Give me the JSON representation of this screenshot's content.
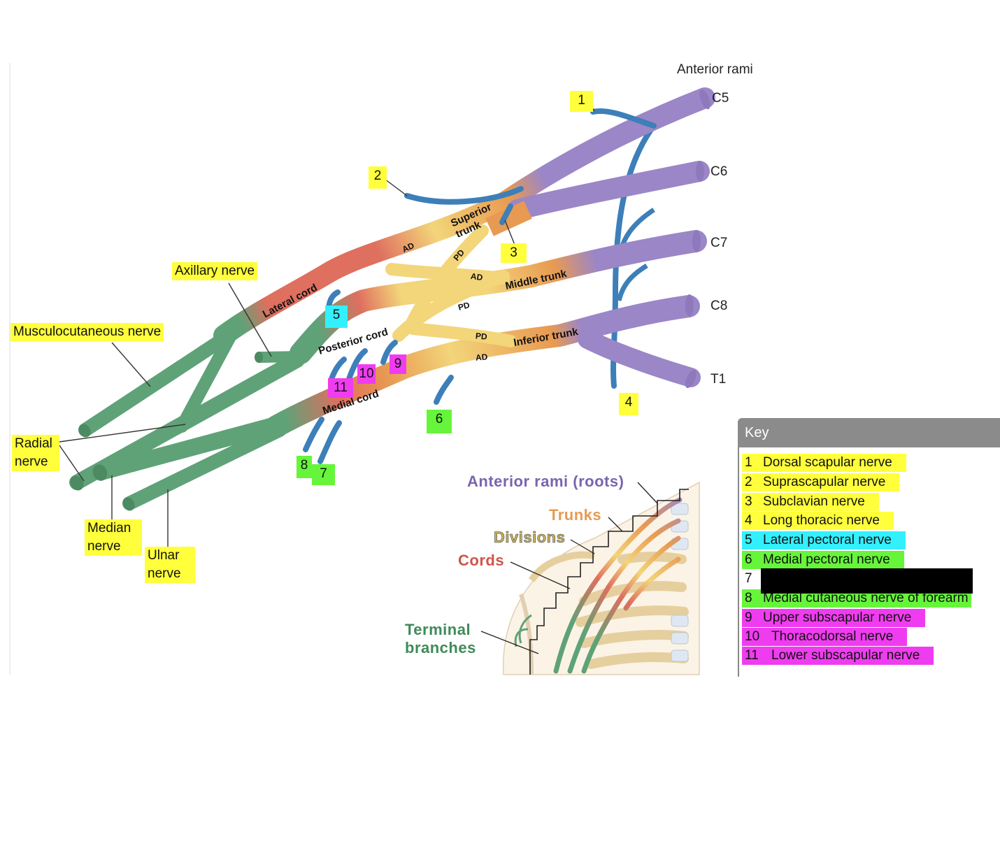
{
  "header": {
    "anterior_rami": "Anterior rami"
  },
  "roots": [
    "C5",
    "C6",
    "C7",
    "C8",
    "T1"
  ],
  "trunks": {
    "superior": "Superior trunk",
    "middle": "Middle trunk",
    "inferior": "Inferior trunk"
  },
  "divisions": {
    "ad": "AD",
    "pd": "PD"
  },
  "cords": {
    "lateral": "Lateral cord",
    "posterior": "Posterior cord",
    "medial": "Medial cord"
  },
  "terminal_labels": {
    "axillary": "Axillary nerve",
    "musculocutaneous": "Musculocutaneous nerve",
    "radial": "Radial nerve",
    "median": "Median nerve",
    "ulnar": "Ulnar nerve"
  },
  "numbers": [
    "1",
    "2",
    "3",
    "4",
    "5",
    "6",
    "7",
    "8",
    "9",
    "10",
    "11"
  ],
  "inset": {
    "rami": "Anterior rami (roots)",
    "trunks": "Trunks",
    "divisions": "Divisions",
    "cords": "Cords",
    "terminal": "Terminal branches"
  },
  "key": {
    "title": "Key",
    "items": [
      {
        "n": "1",
        "label": "Dorsal scapular nerve",
        "color": "#ffff3b"
      },
      {
        "n": "2",
        "label": "Suprascapular nerve",
        "color": "#ffff3b"
      },
      {
        "n": "3",
        "label": "Subclavian nerve",
        "color": "#ffff3b"
      },
      {
        "n": "4",
        "label": "Long thoracic nerve",
        "color": "#ffff3b"
      },
      {
        "n": "5",
        "label": "Lateral pectoral nerve",
        "color": "#33f0ff"
      },
      {
        "n": "6",
        "label": "Medial pectoral nerve",
        "color": "#66f53a"
      },
      {
        "n": "7",
        "label": "",
        "color": "#ffffff"
      },
      {
        "n": "8",
        "label": "Medial cutaneous nerve of forearm",
        "color": "#66f53a"
      },
      {
        "n": "9",
        "label": "Upper subscapular nerve",
        "color": "#f03cf0"
      },
      {
        "n": "10",
        "label": "Thoracodorsal nerve",
        "color": "#f03cf0"
      },
      {
        "n": "11",
        "label": "Lower subscapular nerve",
        "color": "#f03cf0"
      }
    ]
  },
  "colors": {
    "root": "#9b86c7",
    "trunk_orange": "#e89a52",
    "division_yellow": "#f3d57a",
    "cord_red": "#df6f5f",
    "terminal_green": "#5fa278",
    "branch_blue": "#3d7fb8"
  }
}
